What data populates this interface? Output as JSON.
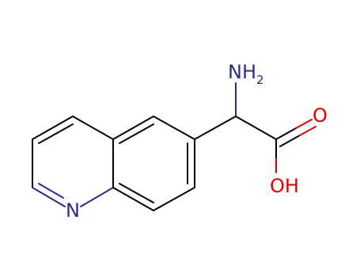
{
  "colors": {
    "bond": "#000000",
    "nitrogen": "#2b2b8c",
    "oxygen": "#e00000",
    "background": "#ffffff"
  },
  "atoms": {
    "amine_main": "NH",
    "amine_sub": "2",
    "ring_nitrogen": "N",
    "carbonyl_oxygen": "O",
    "hydroxyl": "OH"
  }
}
